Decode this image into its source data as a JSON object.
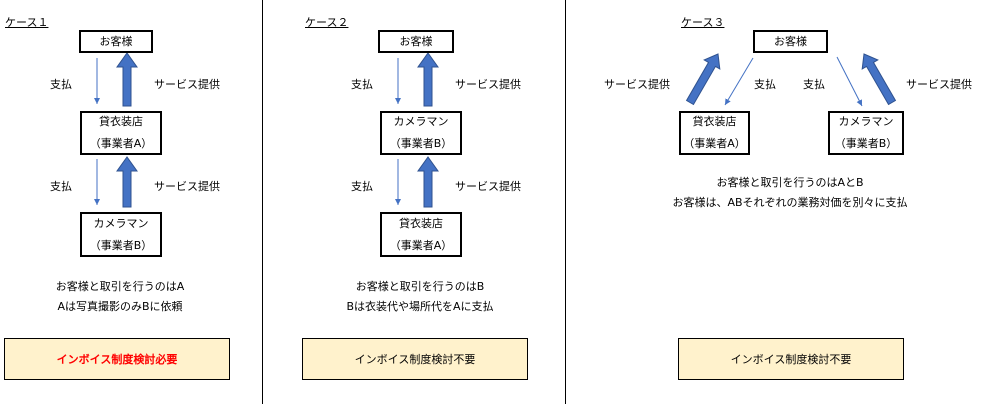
{
  "cases": [
    {
      "title": "ケース１",
      "boxes": [
        {
          "line1": "お客様",
          "line2": ""
        },
        {
          "line1": "貸衣装店",
          "line2": "（事業者A）"
        },
        {
          "line1": "カメラマン",
          "line2": "（事業者B）"
        }
      ],
      "labels": {
        "pay1": "支払",
        "service1": "サービス提供",
        "pay2": "支払",
        "service2": "サービス提供"
      },
      "caption": [
        "お客様と取引を行うのはA",
        "Aは写真撮影のみBに依頼"
      ],
      "verdict": "インボイス制度検討必要"
    },
    {
      "title": "ケース２",
      "boxes": [
        {
          "line1": "お客様",
          "line2": ""
        },
        {
          "line1": "カメラマン",
          "line2": "（事業者B）"
        },
        {
          "line1": "貸衣装店",
          "line2": "（事業者A）"
        }
      ],
      "labels": {
        "pay1": "支払",
        "service1": "サービス提供",
        "pay2": "支払",
        "service2": "サービス提供"
      },
      "caption": [
        "お客様と取引を行うのはB",
        "Bは衣装代や場所代をAに支払"
      ],
      "verdict": "インボイス制度検討不要"
    },
    {
      "title": "ケース３",
      "boxes": [
        {
          "line1": "お客様",
          "line2": ""
        },
        {
          "line1": "貸衣装店",
          "line2": "（事業者A）"
        },
        {
          "line1": "カメラマン",
          "line2": "（事業者B）"
        }
      ],
      "labels": {
        "service_left": "サービス提供",
        "pay_left": "支払",
        "pay_right": "支払",
        "service_right": "サービス提供"
      },
      "caption": [
        "お客様と取引を行うのはAとB",
        "お客様は、ABそれぞれの業務対価を別々に支払"
      ],
      "verdict": "インボイス制度検討不要"
    }
  ],
  "colors": {
    "arrow": "#4472c4",
    "arrow_border": "#2f528f",
    "verdict_fill": "#fff2cc",
    "required_text": "#ff0000"
  }
}
